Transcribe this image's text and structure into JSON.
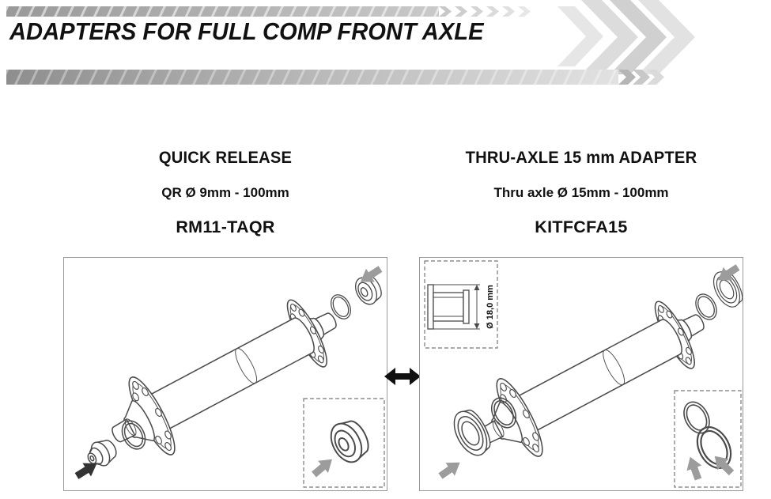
{
  "header": {
    "title": "ADAPTERS FOR FULL COMP FRONT AXLE"
  },
  "sections": {
    "quick_release": {
      "heading": "QUICK RELEASE",
      "spec": "QR Ø 9mm - 100mm",
      "part_number": "RM11-TAQR"
    },
    "thru_axle": {
      "heading": "THRU-AXLE 15 mm ADAPTER",
      "spec": "Thru axle Ø 15mm - 100mm",
      "part_number": "KITFCFA15",
      "inset_dimension": "Ø 18,0 mm"
    }
  },
  "icons": {
    "swap_arrow": "double-headed-horizontal-arrow",
    "part_pointer": "solid-pointer-arrow",
    "header_decoration": "chevron-pattern"
  },
  "colors": {
    "title_text": "#111111",
    "line_art": "#4a4a4a",
    "box_border": "#999999",
    "pointer_gray": "#9c9c9c",
    "pointer_dark": "#333333",
    "swap_arrow": "#111111"
  }
}
